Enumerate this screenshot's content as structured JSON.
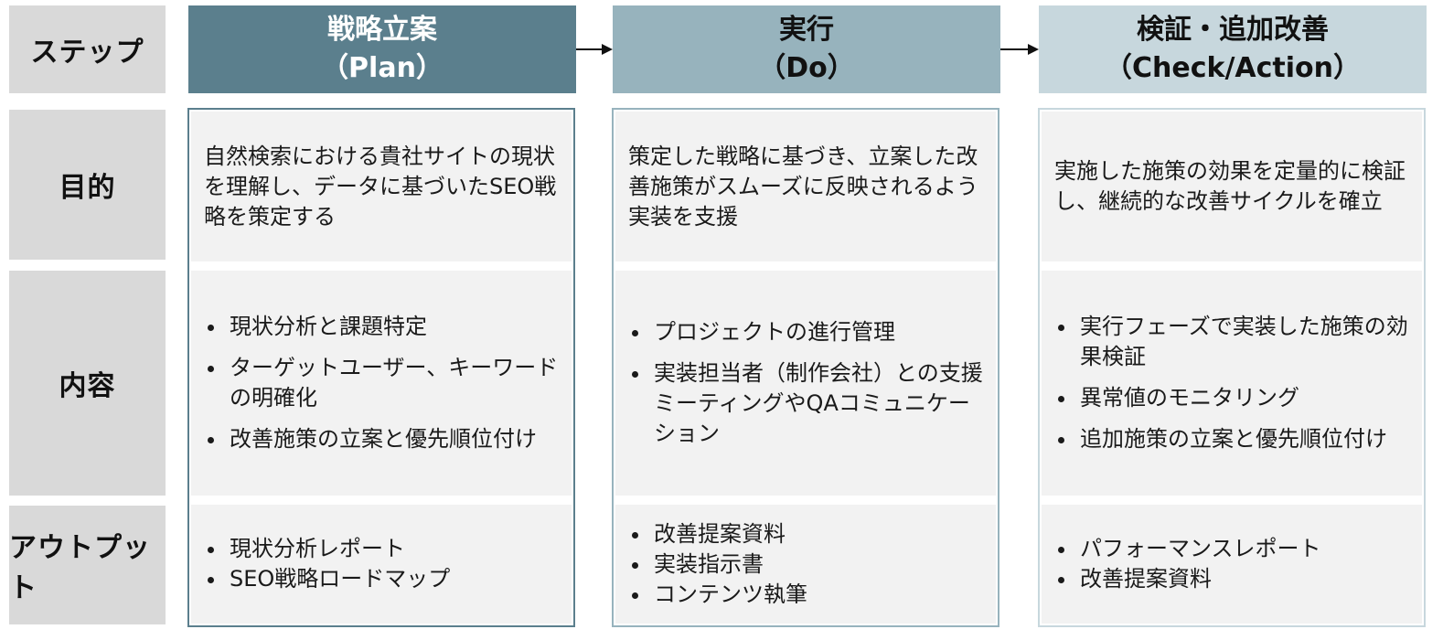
{
  "labels": {
    "step": "ステップ",
    "purpose": "目的",
    "content": "内容",
    "output": "アウトプット"
  },
  "columns": [
    {
      "title": "戦略立案",
      "subtitle": "（Plan）",
      "purpose": "自然検索における貴社サイトの現状を理解し、データに基づいたSEO戦略を策定する",
      "content": [
        "現状分析と課題特定",
        "ターゲットユーザー、キーワードの明確化",
        "改善施策の立案と優先順位付け"
      ],
      "output": [
        "現状分析レポート",
        "SEO戦略ロードマップ"
      ]
    },
    {
      "title": "実行",
      "subtitle": "（Do）",
      "purpose": "策定した戦略に基づき、立案した改善施策がスムーズに反映されるよう実装を支援",
      "content": [
        "プロジェクトの進行管理",
        "実装担当者（制作会社）との支援ミーティングやQAコミュニケーション"
      ],
      "output": [
        "改善提案資料",
        "実装指示書",
        "コンテンツ執筆"
      ]
    },
    {
      "title": "検証・追加改善",
      "subtitle": "（Check/Action）",
      "purpose": "実施した施策の効果を定量的に検証し、継続的な改善サイクルを確立",
      "content": [
        "実行フェーズで実装した施策の効果検証",
        "異常値のモニタリング",
        "追加施策の立案と優先順位付け"
      ],
      "output": [
        "パフォーマンスレポート",
        "改善提案資料"
      ]
    }
  ],
  "colors": {
    "plan": "#5b7f8d",
    "do": "#97b3bd",
    "check": "#c7d7dd",
    "label_bg": "#d9d9d9",
    "cell_bg": "#f2f2f2"
  }
}
